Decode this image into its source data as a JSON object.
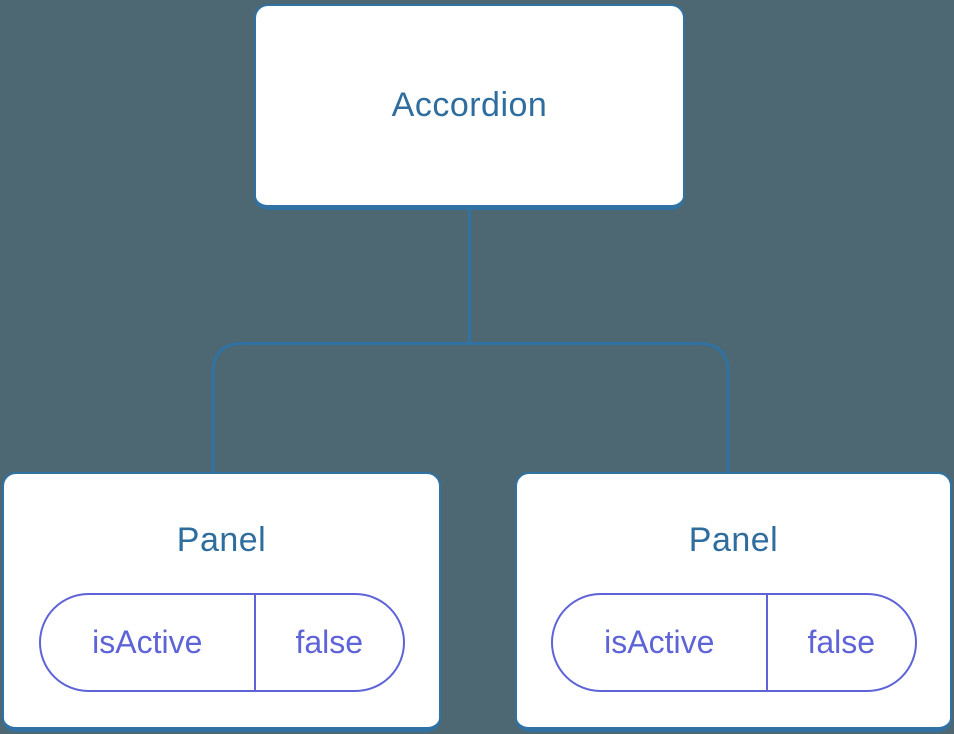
{
  "theme": {
    "background": "#4D6773",
    "connector_color": "#2F72A3",
    "box_border_color": "#2F72A3",
    "box_fill": "#FFFFFF",
    "component_label_color": "#2E6D9E",
    "state_color": "#5E63D8"
  },
  "diagram": {
    "type": "component-tree",
    "root": {
      "label": "Accordion"
    },
    "children": [
      {
        "label": "Panel",
        "state": {
          "key": "isActive",
          "value": "false"
        }
      },
      {
        "label": "Panel",
        "state": {
          "key": "isActive",
          "value": "false"
        }
      }
    ]
  }
}
